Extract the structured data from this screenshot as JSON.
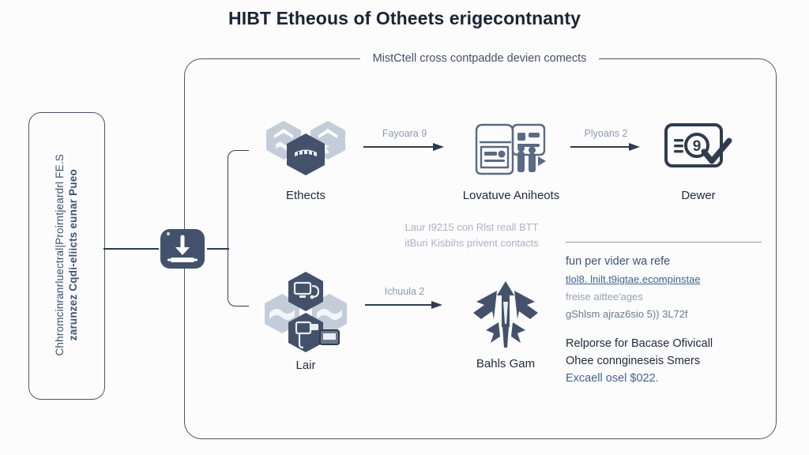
{
  "title": "HIBT Etheous of Otheets erigecontnanty",
  "stage": {
    "legend": "MistCtell cross contpadde devien comects"
  },
  "side_panel": {
    "line1": "Chhromcinranrluectral|Proirntjeardrl FE.S",
    "line2": "zarunzez Cqdi-eliicts eunar Pueo"
  },
  "hub": {
    "icon": "import-download-icon"
  },
  "nodes": [
    {
      "id": "ethects",
      "label": "Ethects",
      "icon": "hexagon-cluster-icon"
    },
    {
      "id": "lovatuve-aniheots",
      "label": "Lovatuve Aniheots",
      "icon": "machine-rack-icon"
    },
    {
      "id": "dewer",
      "label": "Dewer",
      "icon": "document-check-icon"
    },
    {
      "id": "lair",
      "label": "Lair",
      "icon": "hexagon-devices-icon"
    },
    {
      "id": "bahls-gam",
      "label": "Bahls Gam",
      "icon": "arrow-burst-icon"
    }
  ],
  "arrows": [
    {
      "id": "arrow-1",
      "label": "Fayoara 9"
    },
    {
      "id": "arrow-2",
      "label": "Plyoans 2"
    },
    {
      "id": "arrow-3",
      "label": "Ichuula 2"
    }
  ],
  "mid_note": {
    "line1": "Laur I9215 con Rlst reall BTT",
    "line2": "itBuri Kisbihs privent contacts"
  },
  "right_panel": {
    "heading": "fun per vider wa refe",
    "link": "tlol8. lnilt.t9igtae.ecompinstae",
    "subtext": "freise aittee'ages",
    "meta": "gShlsm ajraz6sio 5)) 3L72f",
    "body_line1": "Relporse for Bacase Ofivicall",
    "body_line2": "Ohee conngineseis Smers",
    "body_line3": "Excaell osel $022."
  },
  "colors": {
    "ink": "#1f2a3a",
    "frame": "#4a5568",
    "accent": "#45618f",
    "muted": "#8d99ae",
    "hex_dark": "#45536b",
    "hex_light": "#c2cbd8"
  }
}
